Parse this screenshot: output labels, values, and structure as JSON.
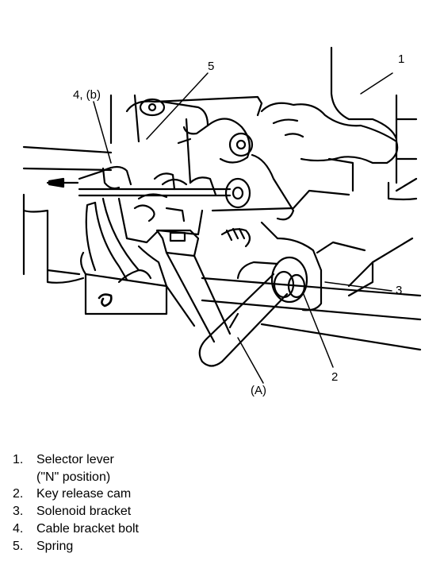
{
  "callouts": {
    "c1": "1",
    "c2": "2",
    "c3": "3",
    "c4b": "4, (b)",
    "c5": "5",
    "cA": "(A)"
  },
  "legend": [
    {
      "num": "1.",
      "label": "Selector lever",
      "sub": "(\"N\" position)"
    },
    {
      "num": "2.",
      "label": "Key release cam"
    },
    {
      "num": "3.",
      "label": "Solenoid bracket"
    },
    {
      "num": "4.",
      "label": "Cable bracket bolt"
    },
    {
      "num": "5.",
      "label": "Spring"
    }
  ]
}
